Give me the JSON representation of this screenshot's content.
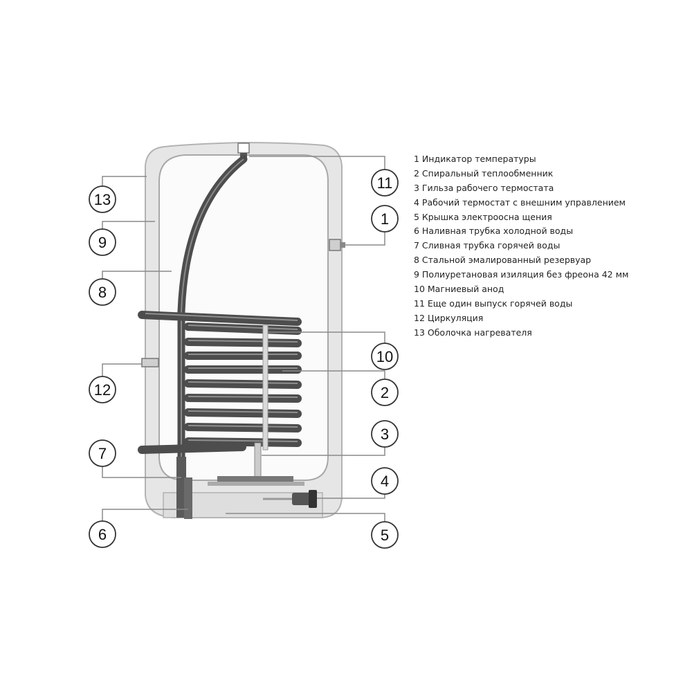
{
  "legend": [
    "1 Индикатор температуры",
    "2 Спиральный теплообменник",
    "3 Гильза рабочего термостата",
    "4 Рабочий термостат с внешним управлением",
    "5 Крышка электроосна щения",
    "6 Наливная трубка холодной воды",
    "7 Сливная трубка горячей воды",
    "8 Стальной эмалированный резервуар",
    "9 Полиуретановая изиляция без фреона 42 мм",
    "10 Магниевый анод",
    "11 Еще один выпуск горячей воды",
    "12 Циркуляция",
    "13 Оболочка нагревателя"
  ],
  "callouts": [
    "13",
    "9",
    "8",
    "12",
    "7",
    "6",
    "11",
    "1",
    "10",
    "2",
    "3",
    "4",
    "5"
  ],
  "colors": {
    "outer_shell": "#e6e6e6",
    "shell_edge": "#b3b3b3",
    "tank_inner": "#fbfbfb",
    "coil": "#4d4d4d",
    "pipe": "#555555",
    "leader_line": "#8a8a8a"
  }
}
